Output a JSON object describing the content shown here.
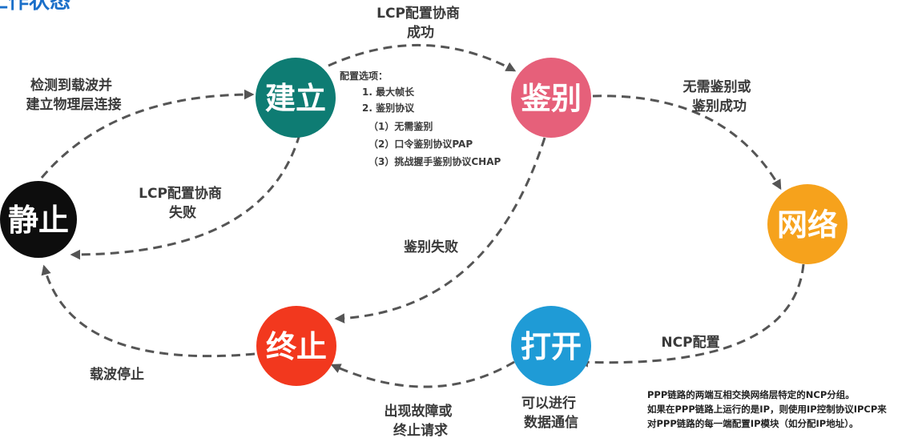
{
  "title_fragment": "工作状态",
  "colors": {
    "node_static": "#0d0d0d",
    "node_establish": "#0e7c73",
    "node_authenticate": "#e6607a",
    "node_network": "#f6a21c",
    "node_open": "#1f9bd6",
    "node_terminate": "#f2381e",
    "title": "#1a6fc9",
    "arrow": "#555555"
  },
  "nodes": {
    "static": "静止",
    "establish": "建立",
    "authenticate": "鉴别",
    "network": "网络",
    "open": "打开",
    "terminate": "终止"
  },
  "transitions": {
    "static_to_establish": [
      "检测到载波并",
      "建立物理层连接"
    ],
    "establish_to_authenticate": [
      "LCP配置协商",
      "成功"
    ],
    "establish_to_static": [
      "LCP配置协商",
      "失败"
    ],
    "authenticate_to_network": [
      "无需鉴别或",
      "鉴别成功"
    ],
    "authenticate_to_terminate": [
      "鉴别失败"
    ],
    "network_to_open": [
      "NCP配置"
    ],
    "open_to_terminate": [
      "出现故障或",
      "终止请求"
    ],
    "terminate_to_static": [
      "载波停止"
    ],
    "open_state": [
      "可以进行",
      "数据通信"
    ]
  },
  "config_options": {
    "heading": "配置选项：",
    "items": [
      "1. 最大帧长",
      "2. 鉴别协议"
    ],
    "subitems": [
      "（1）无需鉴别",
      "（2）口令鉴别协议PAP",
      "（3）挑战握手鉴别协议CHAP"
    ]
  },
  "ncp_note": [
    "PPP链路的两端互相交换网络层特定的NCP分组。",
    "如果在PPP链路上运行的是IP，则使用IP控制协议IPCP来",
    "对PPP链路的每一端配置IP模块（如分配IP地址）。"
  ]
}
